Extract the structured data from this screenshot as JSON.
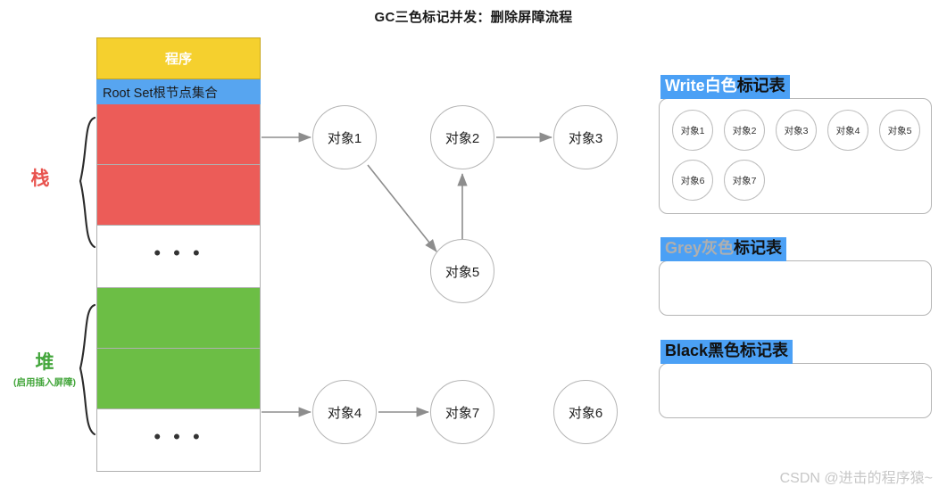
{
  "title": "GC三色标记并发：删除屏障流程",
  "memory": {
    "program_label": "程序",
    "rootset_label": "Root Set根节点集合",
    "ellipsis": "• • •",
    "stack_label": "栈",
    "heap_label": "堆",
    "heap_sublabel": "(启用插入屏障)",
    "colors": {
      "program_bg": "#F5D02E",
      "rootset_bg": "#57A5F0",
      "stack_block_bg": "#EC5C58",
      "heap_block_bg": "#6CBE45",
      "stack_label_color": "#E8534E",
      "heap_label_color": "#44A63C"
    }
  },
  "graph": {
    "nodes": [
      {
        "id": "obj1",
        "label": "对象1"
      },
      {
        "id": "obj2",
        "label": "对象2"
      },
      {
        "id": "obj3",
        "label": "对象3"
      },
      {
        "id": "obj5",
        "label": "对象5"
      },
      {
        "id": "obj4",
        "label": "对象4"
      },
      {
        "id": "obj7",
        "label": "对象7"
      },
      {
        "id": "obj6",
        "label": "对象6"
      }
    ],
    "edges": [
      {
        "from": "rootset-stack",
        "to": "obj1"
      },
      {
        "from": "obj1",
        "to": "obj5"
      },
      {
        "from": "obj5",
        "to": "obj2"
      },
      {
        "from": "obj2",
        "to": "obj3"
      },
      {
        "from": "rootset-heap",
        "to": "obj4"
      },
      {
        "from": "obj4",
        "to": "obj7"
      }
    ]
  },
  "mark_tables": [
    {
      "key": "white",
      "title_en": "Write",
      "title_cn": "白色",
      "title_suffix": "标记表",
      "en_style": "white",
      "cn_style": "white",
      "items": [
        "对象1",
        "对象2",
        "对象3",
        "对象4",
        "对象5",
        "对象6",
        "对象7"
      ]
    },
    {
      "key": "grey",
      "title_en": "Grey",
      "title_cn": "灰色",
      "title_suffix": "标记表",
      "en_style": "grey",
      "cn_style": "grey",
      "items": []
    },
    {
      "key": "black",
      "title_en": "Black",
      "title_cn": "黑色",
      "title_suffix": "标记表",
      "en_style": "black",
      "cn_style": "black",
      "items": []
    }
  ],
  "watermark": "CSDN @进击的程序猿~"
}
